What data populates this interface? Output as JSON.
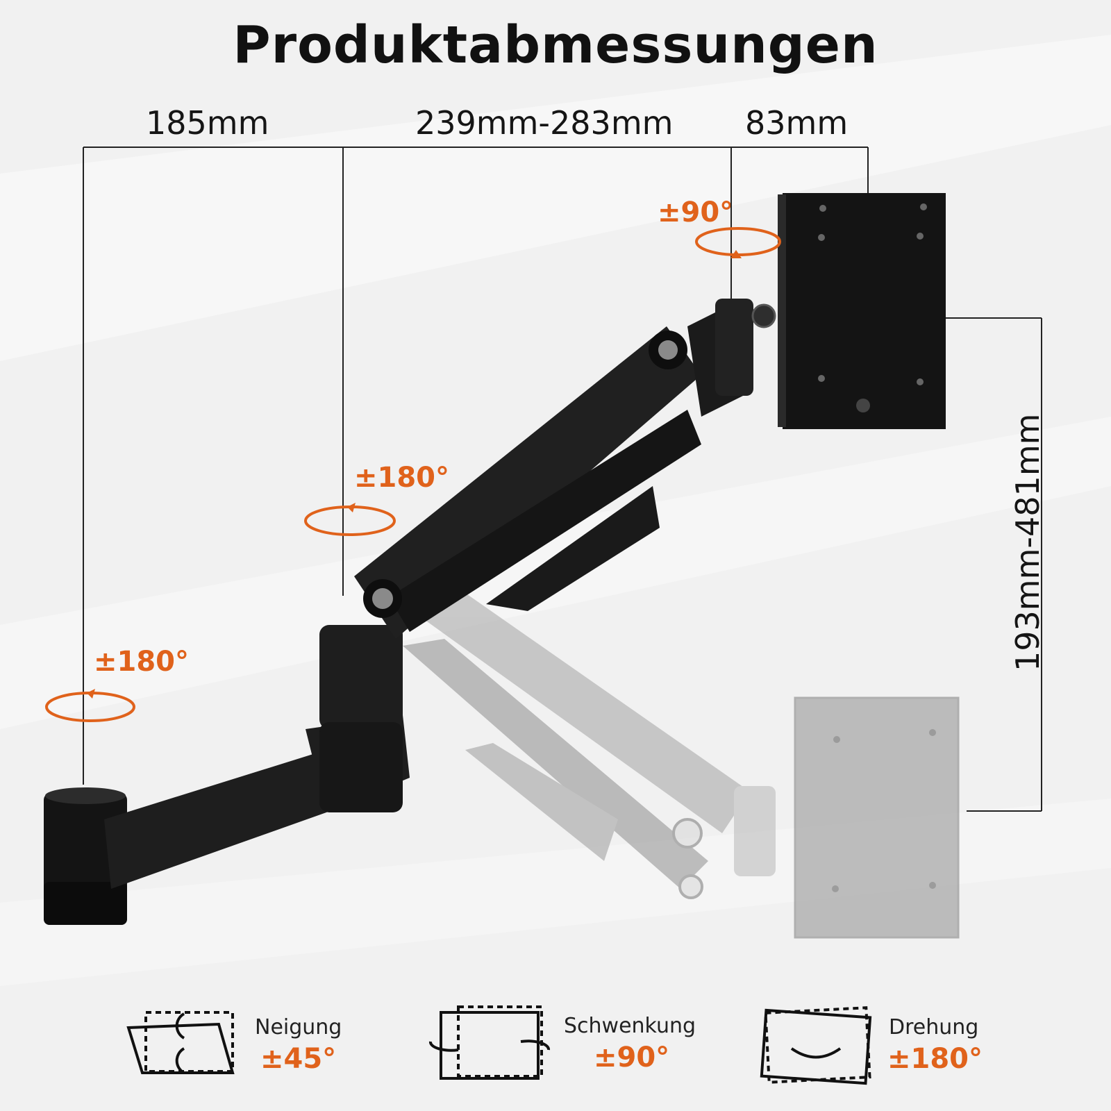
{
  "title": "Produktabmessungen",
  "dimensions": {
    "d1": "185mm",
    "d2": "239mm-283mm",
    "d3": "83mm",
    "height": "193mm-481mm"
  },
  "rotation_labels": {
    "top": "±90°",
    "middle": "±180°",
    "base": "±180°"
  },
  "features": [
    {
      "label": "Neigung",
      "value": "±45°",
      "icon": "tilt-icon"
    },
    {
      "label": "Schwenkung",
      "value": "±90°",
      "icon": "swivel-icon"
    },
    {
      "label": "Drehung",
      "value": "±180°",
      "icon": "rotation-icon"
    }
  ],
  "colors": {
    "accent": "#e0621b",
    "arm": "#1c1c1c",
    "arm_ghost": "#9a9a9a",
    "background": "#f1f1f1"
  }
}
